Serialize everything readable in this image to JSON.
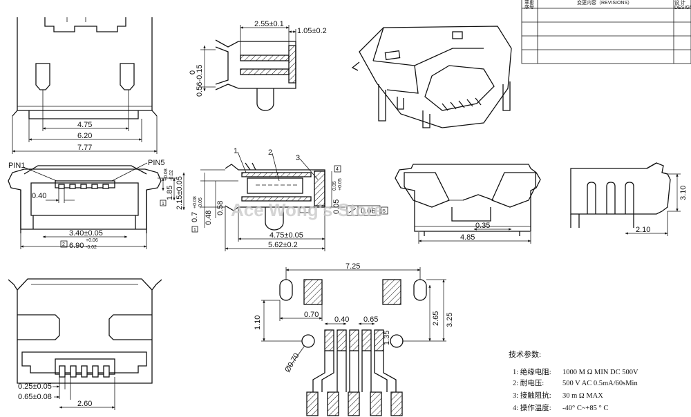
{
  "revision_table": {
    "col1": "变更\n序号",
    "col2": "变更内容（REVISIONS）",
    "col3": "设 计\nDESIGN"
  },
  "front_view": {
    "dims": [
      "4.75",
      "6.20",
      "7.77"
    ]
  },
  "side_view": {
    "dims": [
      "2.55±0.1",
      "1.05±0.2",
      "0.56-0.15",
      "0"
    ]
  },
  "pin_view": {
    "pin1": "PIN1",
    "pin5": "PIN5",
    "dims": [
      "0.40",
      "3.40±0.05",
      "6.90",
      "+0.06",
      "-0.02",
      "1.85",
      "-0.02",
      "+0.08",
      "2.15±0.05",
      "0.7",
      "+0.08",
      "-0.05",
      "0.48",
      "0.58"
    ],
    "box1": "1",
    "box2": "2"
  },
  "section_view": {
    "labels": [
      "1",
      "2",
      "3"
    ],
    "dims": [
      "0.05",
      "+0.05",
      "0.05",
      "4.75±0.05",
      "5.62±0.2",
      "0.06"
    ],
    "box4": "4",
    "box5": "5"
  },
  "rear_view": {
    "dims": [
      "0.35",
      "4.85"
    ]
  },
  "right_view": {
    "dims": [
      "3.10",
      "2.10"
    ]
  },
  "bottom_view": {
    "dims": [
      "0.25±0.05",
      "0.65±0.08",
      "2.60"
    ]
  },
  "pcb_layout": {
    "dims": [
      "7.25",
      "0.70",
      "1.10",
      "0.40",
      "0.65",
      "1.35",
      "2.65",
      "3.25",
      "Ø0.70"
    ]
  },
  "watermark": "Ace Wong's Store",
  "specs": {
    "title": "技术参数:",
    "items": [
      {
        "label": "1: 绝缘电阻:",
        "value": "1000 M   Ω MIN   DC 500V"
      },
      {
        "label": "2: 耐电压:",
        "value": "500 V  AC 0.5mA/60sMin"
      },
      {
        "label": "3: 接触阻抗:",
        "value": "30 m   Ω  MAX"
      },
      {
        "label": "4: 操作温度:",
        "value": "-40° C~+85   ° C"
      }
    ]
  }
}
